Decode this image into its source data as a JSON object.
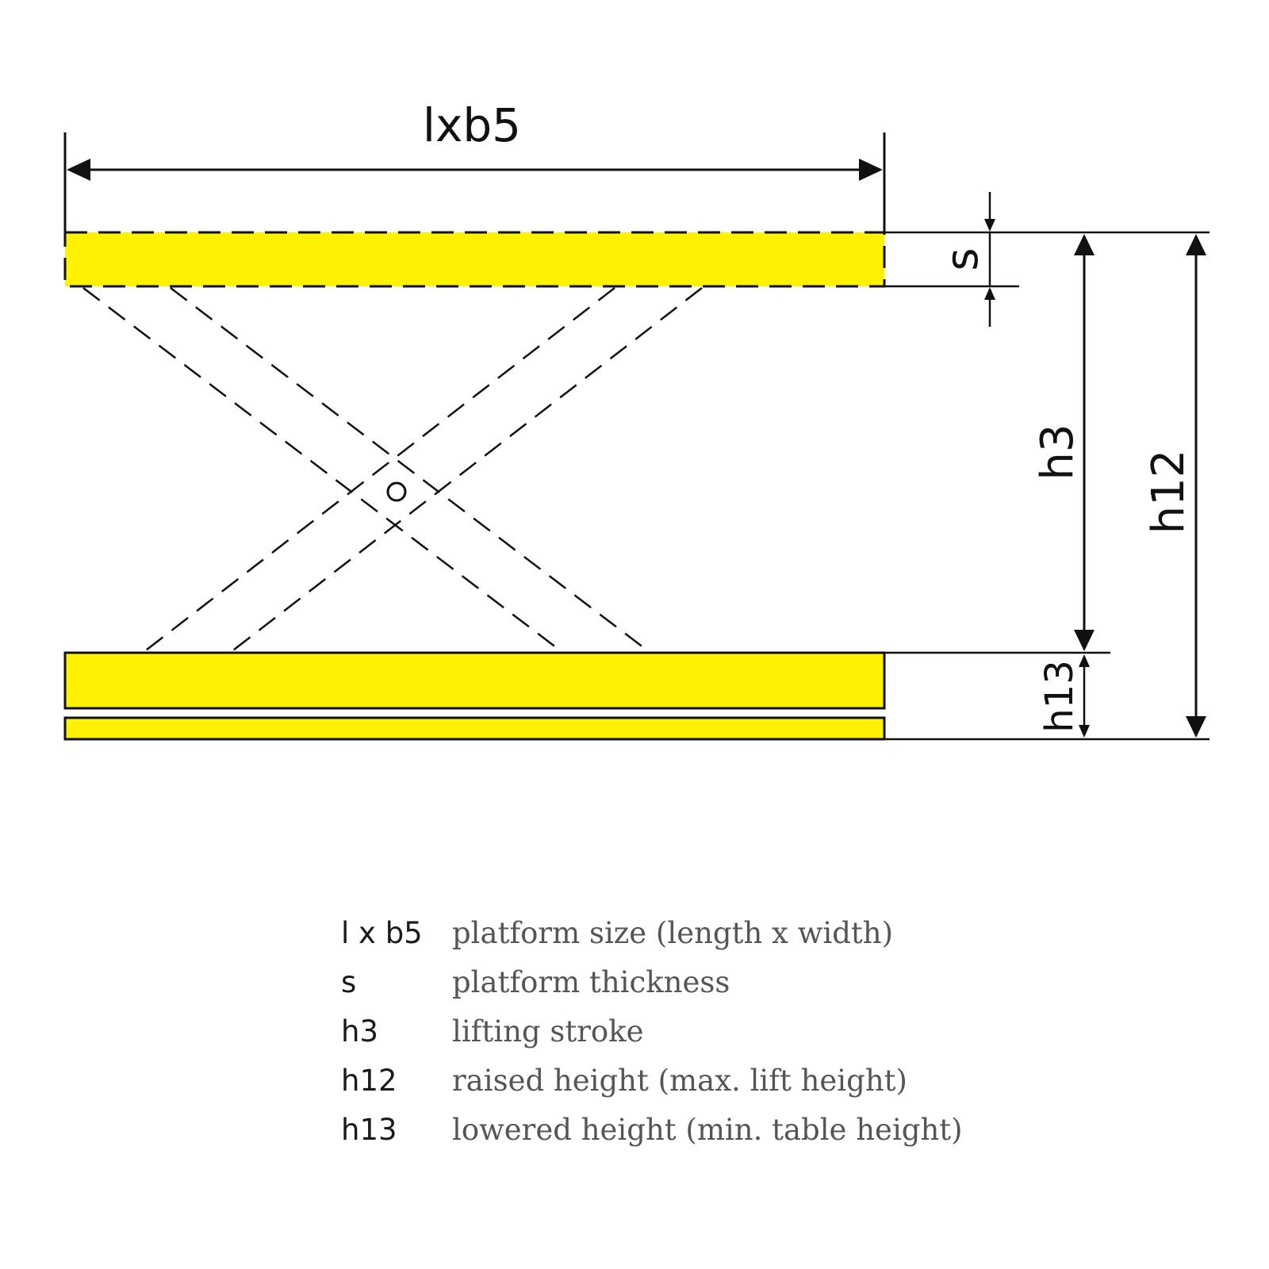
{
  "colors": {
    "platform": "#fff200",
    "line": "#111111",
    "legend_text": "#555555"
  },
  "labels": {
    "width_dim": "lxb5",
    "thickness_dim": "s",
    "stroke_dim": "h3",
    "raised_dim": "h12",
    "lowered_dim": "h13"
  },
  "legend": [
    {
      "symbol": "l x b5",
      "desc": "platform size (length x width)"
    },
    {
      "symbol": "s",
      "desc": "platform thickness"
    },
    {
      "symbol": "h3",
      "desc": "lifting stroke"
    },
    {
      "symbol": "h12",
      "desc": "raised height (max. lift height)"
    },
    {
      "symbol": "h13",
      "desc": "lowered height (min. table height)"
    }
  ]
}
